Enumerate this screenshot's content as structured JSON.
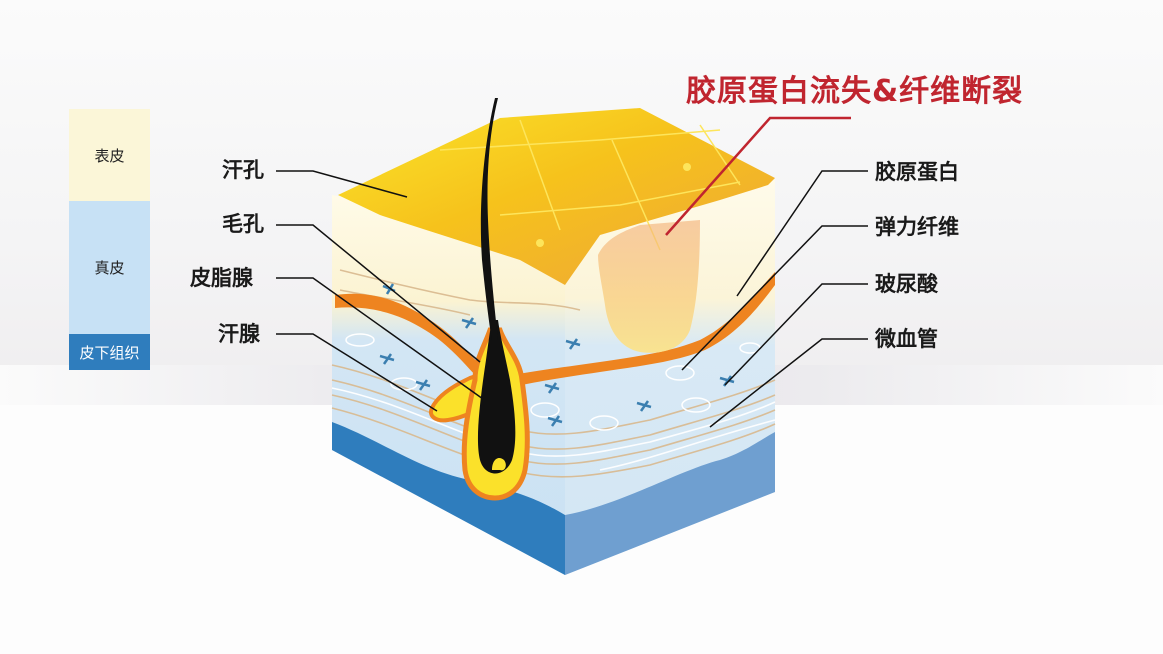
{
  "title": "胶原蛋白流失&纤维断裂",
  "legend": {
    "epidermis": "表皮",
    "dermis": "真皮",
    "subcutaneous": "皮下组织"
  },
  "left_labels": [
    {
      "text": "汗孔"
    },
    {
      "text": "毛孔"
    },
    {
      "text": "皮脂腺"
    },
    {
      "text": "汗腺"
    }
  ],
  "right_labels": [
    {
      "text": "胶原蛋白"
    },
    {
      "text": "弹力纤维"
    },
    {
      "text": "玻尿酸"
    },
    {
      "text": "微血管"
    }
  ],
  "colors": {
    "title_red": "#c0252f",
    "epidermis_yellow": "#f5c418",
    "dermis_blue": "#cfe4f4",
    "subcutaneous_blue": "#2f7dbd",
    "gland_orange": "#ee8420"
  }
}
